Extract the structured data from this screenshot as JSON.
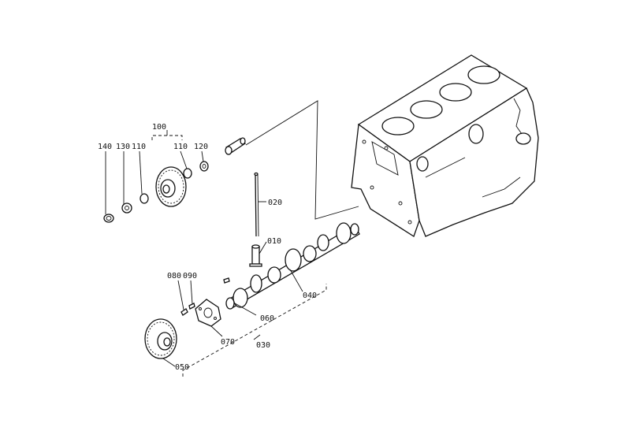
{
  "parts": {
    "p100": "100",
    "p140": "140",
    "p130": "130",
    "p110a": "110",
    "p110b": "110",
    "p120": "120",
    "p020": "020",
    "p010": "010",
    "p080": "080",
    "p090": "090",
    "p040": "040",
    "p060": "060",
    "p070": "070",
    "p030": "030",
    "p050": "050"
  }
}
